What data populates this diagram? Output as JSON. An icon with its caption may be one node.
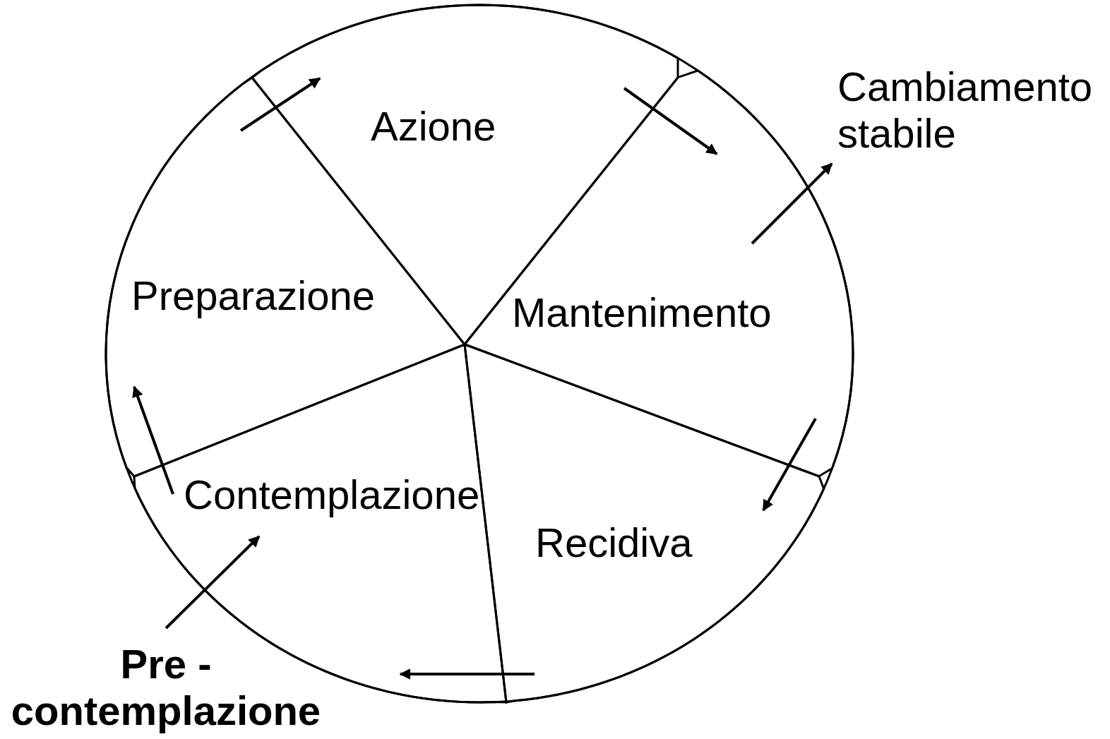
{
  "diagram": {
    "nodes": [
      {
        "text": [],
        "shape": "circle"
      },
      {
        "text": [
          "Azione"
        ],
        "in": 0
      },
      {
        "text": [
          "Mantenimento"
        ],
        "in": 0
      },
      {
        "text": [
          "Recidiva"
        ],
        "in": 0
      },
      {
        "text": [
          "Contemplazione"
        ],
        "in": 0
      },
      {
        "text": [
          "Preparazione"
        ],
        "in": 0
      },
      {
        "text": [
          "Pre - contemplazione"
        ]
      },
      {
        "text": [
          "Cambiamento stabile"
        ]
      }
    ],
    "edges": [
      {
        "from": 6,
        "to": 4,
        "arrow": "to"
      },
      {
        "from": 4,
        "to": 5,
        "arrow": "to"
      },
      {
        "from": 5,
        "to": 1,
        "arrow": "to"
      },
      {
        "from": 1,
        "to": 2,
        "arrow": "to"
      },
      {
        "from": 2,
        "to": 7,
        "arrow": "to"
      },
      {
        "from": 2,
        "to": 3,
        "arrow": "to"
      },
      {
        "from": 3,
        "to": 4,
        "arrow": "to"
      }
    ]
  }
}
